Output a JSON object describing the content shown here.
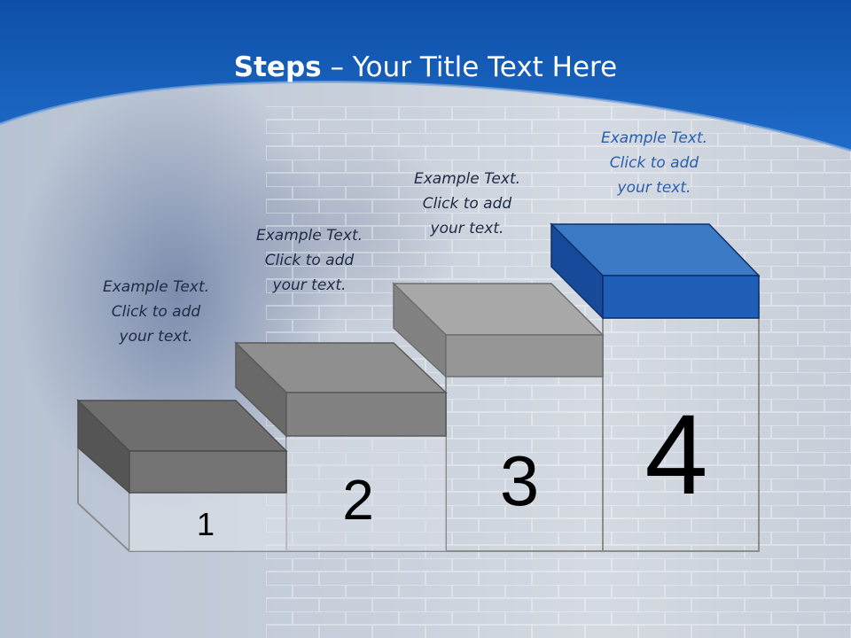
{
  "slide": {
    "title_bold": "Steps",
    "title_rest": " – Your Title Text Here"
  },
  "steps": [
    {
      "number": "1",
      "text": "Example Text.\nClick  to add\nyour text."
    },
    {
      "number": "2",
      "text": "Example Text.\nClick  to add\nyour text."
    },
    {
      "number": "3",
      "text": "Example Text.\nClick  to add\nyour text."
    },
    {
      "number": "4",
      "text": "Example Text.\nClick  to add\nyour text."
    }
  ],
  "colors": {
    "header_blue": "#1a5fb4",
    "highlight_block_front": "#1f5fb8",
    "highlight_block_top": "#3d7ac5",
    "gray_block_front": "#8a8a8a",
    "gray_block_top": "#a6a6a6",
    "step_text": "#1f2a44",
    "highlight_text": "#2a5db0"
  }
}
